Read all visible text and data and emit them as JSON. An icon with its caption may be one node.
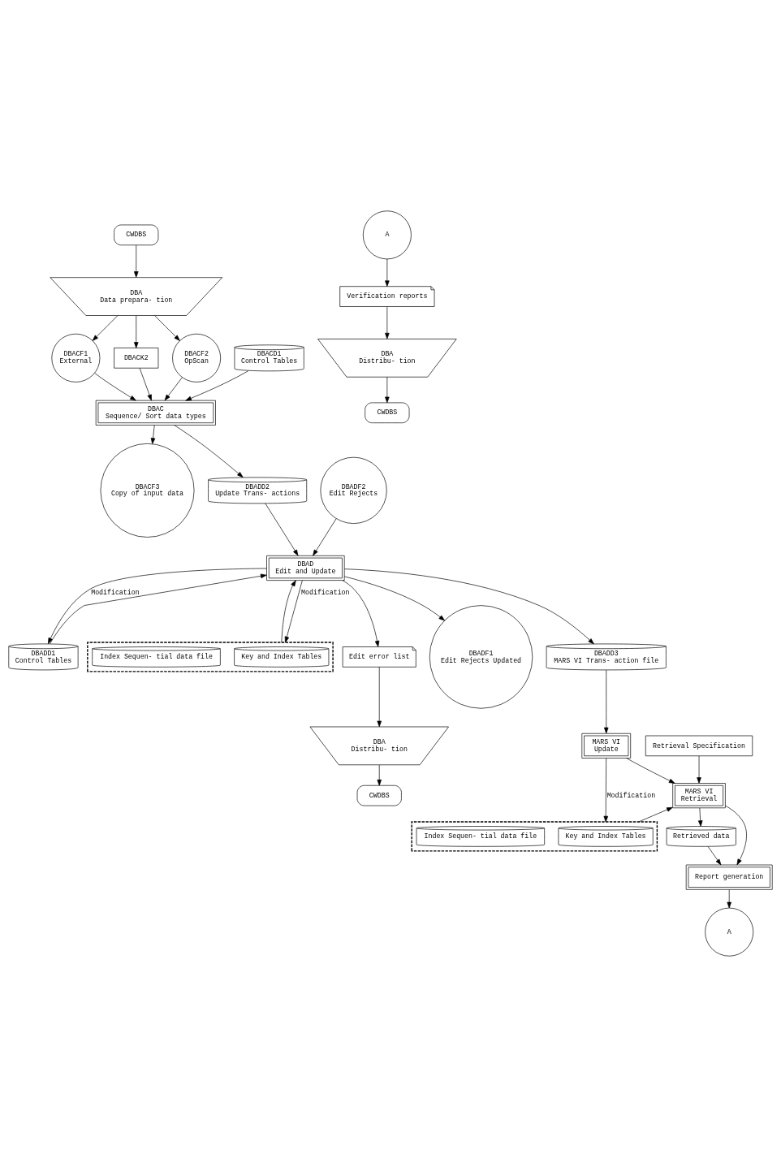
{
  "diagram": {
    "nodes": [
      {
        "text": [
          "CWDBS"
        ]
      },
      {
        "text": [
          "DBA",
          "Data prepara- tion"
        ]
      },
      {
        "text": [
          "DBACF1",
          "External"
        ]
      },
      {
        "text": [
          "DBACK2"
        ]
      },
      {
        "text": [
          "DBACF2",
          "OpScan"
        ]
      },
      {
        "text": [
          "DBACD1",
          "Control Tables"
        ]
      },
      {
        "text": [
          "DBACF3",
          "Copy of input data"
        ]
      },
      {
        "text": [
          "DBAC",
          "Sequence/ Sort data types"
        ]
      },
      {
        "text": [
          "DBADD2",
          "Update Trans- actions"
        ]
      },
      {
        "text": [
          "DBADF2",
          "Edit Rejects"
        ]
      },
      {
        "text": [
          "DBADD1",
          "Control Tables"
        ]
      },
      {
        "text": [
          "DBAD",
          "Edit and Update"
        ]
      },
      {
        "text": [],
        "shape": "box"
      },
      {
        "text": [
          "Key and Index Tables"
        ],
        "in": 12
      },
      {
        "text": [
          "Index Sequen- tial data file"
        ],
        "in": 12
      },
      {
        "text": [
          "Edit error list"
        ]
      },
      {
        "text": [
          "DBADF1",
          "Edit Rejects Updated"
        ]
      },
      {
        "text": [
          "DBADD3",
          "MARS VI Trans- action file"
        ]
      },
      {
        "text": [
          "DBA",
          "Distribu- tion"
        ]
      },
      {
        "text": [
          "CWDBS"
        ]
      },
      {
        "text": [
          "MARS VI",
          "Update"
        ]
      },
      {
        "text": [
          "Retrieval Specification"
        ]
      },
      {
        "text": [],
        "shape": "box"
      },
      {
        "text": [
          "Key and Index Tables"
        ],
        "in": 22
      },
      {
        "text": [
          "Index Sequen- tial data file"
        ],
        "in": 22
      },
      {
        "text": [
          "MARS VI",
          "Retrieval"
        ]
      },
      {
        "text": [
          "Retrieved data"
        ]
      },
      {
        "text": [
          "Report generation"
        ]
      },
      {
        "text": [
          "A"
        ]
      },
      {
        "text": [
          "A"
        ]
      },
      {
        "text": [
          "Verification reports"
        ]
      },
      {
        "text": [
          "DBA",
          "Distribu- tion"
        ]
      },
      {
        "text": [
          "CWDBS"
        ]
      }
    ],
    "edges": [
      {
        "from": 0,
        "to": 1,
        "arrow": "to"
      },
      {
        "from": 1,
        "to": 2,
        "arrow": "to"
      },
      {
        "from": 1,
        "to": 3,
        "arrow": "to"
      },
      {
        "from": 1,
        "to": 4,
        "arrow": "to"
      },
      {
        "from": 2,
        "to": 7,
        "arrow": "to"
      },
      {
        "from": 3,
        "to": 7,
        "arrow": "to"
      },
      {
        "from": 4,
        "to": 7,
        "arrow": "to"
      },
      {
        "from": 5,
        "to": 7,
        "arrow": "to"
      },
      {
        "from": 7,
        "to": 6,
        "arrow": "to"
      },
      {
        "from": 7,
        "to": 8,
        "arrow": "to"
      },
      {
        "from": 8,
        "to": 11,
        "arrow": "to"
      },
      {
        "from": 9,
        "to": 11,
        "arrow": "to"
      },
      {
        "from": 10,
        "to": 11,
        "arrow": "to"
      },
      {
        "from": 11,
        "to": 10,
        "arrow": "to",
        "label": "Modification"
      },
      {
        "from": 12,
        "to": 11,
        "arrow": "to"
      },
      {
        "from": 11,
        "to": 12,
        "arrow": "to",
        "label": "Modification"
      },
      {
        "from": 11,
        "to": 15,
        "arrow": "to"
      },
      {
        "from": 11,
        "to": 16,
        "arrow": "to"
      },
      {
        "from": 11,
        "to": 17,
        "arrow": "to"
      },
      {
        "from": 15,
        "to": 18,
        "arrow": "to"
      },
      {
        "from": 18,
        "to": 19,
        "arrow": "to"
      },
      {
        "from": 17,
        "to": 20,
        "arrow": "to"
      },
      {
        "from": 20,
        "to": 22,
        "arrow": "to",
        "label": "Modification"
      },
      {
        "from": 20,
        "to": 25,
        "arrow": "to"
      },
      {
        "from": 21,
        "to": 25,
        "arrow": "to"
      },
      {
        "from": 22,
        "to": 25,
        "arrow": "to"
      },
      {
        "from": 25,
        "to": 26,
        "arrow": "to"
      },
      {
        "from": 25,
        "to": 27,
        "arrow": "to"
      },
      {
        "from": 26,
        "to": 27,
        "arrow": "to"
      },
      {
        "from": 27,
        "to": 28,
        "arrow": "to"
      },
      {
        "from": 29,
        "to": 30,
        "arrow": "to"
      },
      {
        "from": 30,
        "to": 31,
        "arrow": "to"
      },
      {
        "from": 31,
        "to": 32,
        "arrow": "to"
      }
    ]
  }
}
